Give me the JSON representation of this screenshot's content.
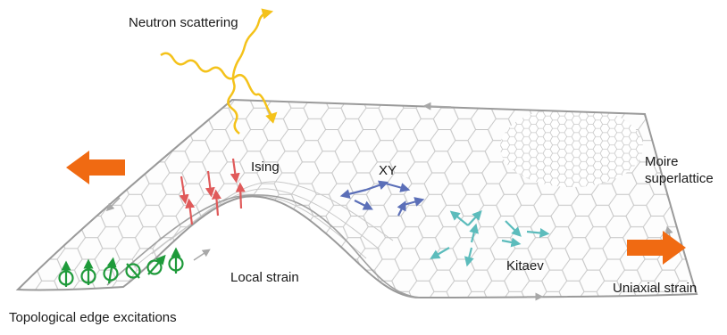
{
  "labels": {
    "neutron_scattering": "Neutron scattering",
    "ising": "Ising",
    "xy": "XY",
    "moire_line1": "Moire",
    "moire_line2": "superlattice",
    "kitaev": "Kitaev",
    "local_strain": "Local strain",
    "uniaxial_strain": "Uniaxial strain",
    "topological": "Topological edge excitations"
  },
  "colors": {
    "ising_arrows": "#e05a5a",
    "xy_arrows": "#5b6fb8",
    "kitaev_arrows": "#5cbcbc",
    "edge_excitations": "#1e9a3a",
    "strain_arrows": "#f06a12",
    "neutron_beam": "#f4c21a",
    "lattice_lines": "#bdbdbd",
    "sheet_outline": "#9a9a9a"
  }
}
